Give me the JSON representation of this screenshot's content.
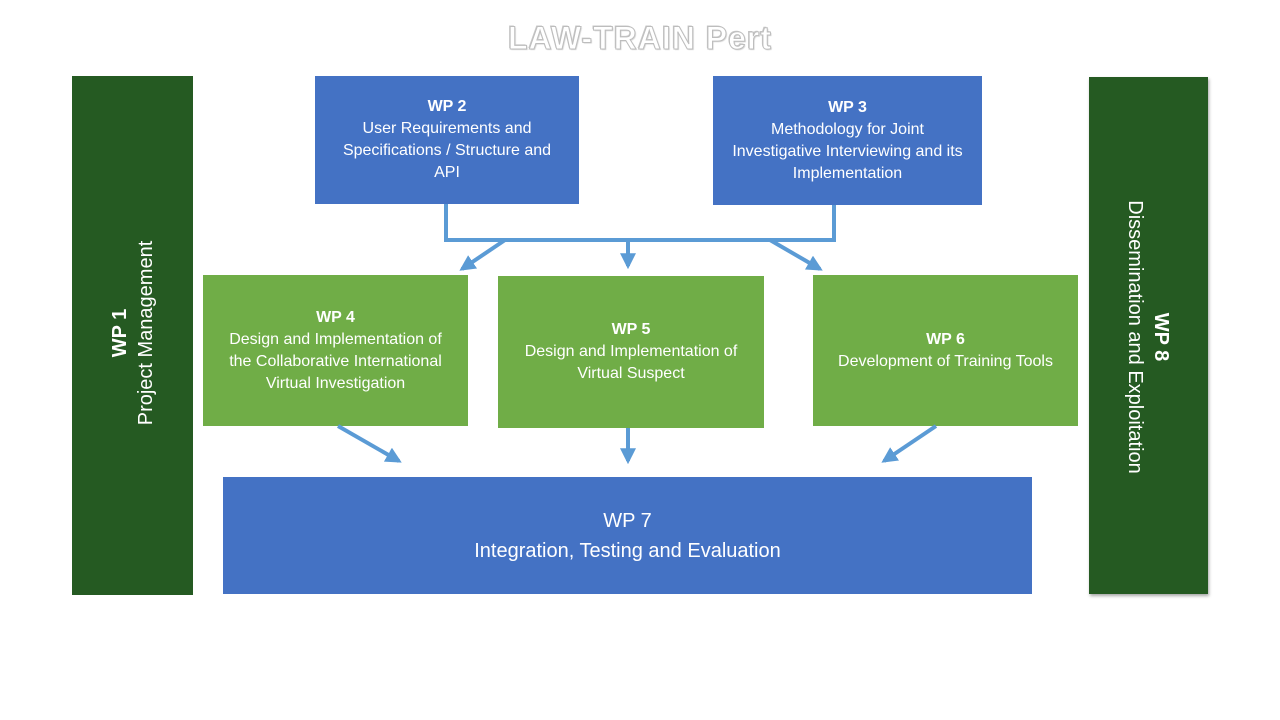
{
  "title": "LAW-TRAIN Pert",
  "colors": {
    "blue": "#4472c4",
    "green": "#70ad47",
    "dark_green": "#255a22",
    "arrow": "#5b9bd5"
  },
  "nodes": {
    "wp1": {
      "id": "WP 1",
      "lines": [
        "Project Management"
      ]
    },
    "wp2": {
      "id": "WP 2",
      "lines": [
        "User Requirements and",
        "Specifications / Structure and",
        "API"
      ]
    },
    "wp3": {
      "id": "WP 3",
      "lines": [
        "Methodology for Joint",
        "Investigative Interviewing and its",
        "Implementation"
      ]
    },
    "wp4": {
      "id": "WP 4",
      "lines": [
        "Design and Implementation of",
        "the Collaborative International",
        "Virtual Investigation"
      ]
    },
    "wp5": {
      "id": "WP 5",
      "lines": [
        "Design and Implementation of",
        "Virtual Suspect"
      ]
    },
    "wp6": {
      "id": "WP 6",
      "lines": [
        "Development of Training Tools"
      ]
    },
    "wp7": {
      "id": "WP 7",
      "lines": [
        "Integration, Testing and Evaluation"
      ]
    },
    "wp8": {
      "id": "WP 8",
      "lines": [
        "Dissemination and Exploitation"
      ]
    }
  }
}
